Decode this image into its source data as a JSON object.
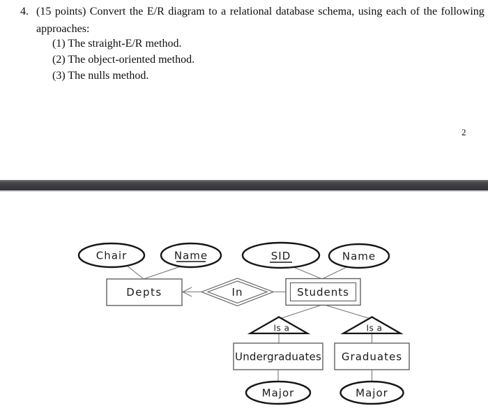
{
  "question": {
    "number": "4.",
    "prompt_line1": "(15 points) Convert the E/R diagram to a relational database schema, using each of the following",
    "prompt_line2": "approaches:",
    "items": [
      "(1) The straight-E/R method.",
      "(2) The object-oriented method.",
      "(3) The nulls method."
    ]
  },
  "page_number": "2",
  "diagram": {
    "entities": [
      {
        "label": "Depts",
        "double_border": false
      },
      {
        "label": "Students",
        "double_border": true
      },
      {
        "label": "Undergraduates",
        "double_border": false
      },
      {
        "label": "Graduates",
        "double_border": false
      }
    ],
    "attributes": [
      {
        "label": "Chair",
        "owner": "Depts",
        "underlined": false
      },
      {
        "label": "Name",
        "owner": "Depts",
        "underlined": true
      },
      {
        "label": "SID",
        "owner": "Students",
        "underlined": true
      },
      {
        "label": "Name",
        "owner": "Students",
        "underlined": false
      },
      {
        "label": "Major",
        "owner": "Undergraduates",
        "underlined": false
      },
      {
        "label": "Major",
        "owner": "Graduates",
        "underlined": false
      }
    ],
    "relationships": [
      {
        "label": "In",
        "connects": [
          "Depts",
          "Students"
        ],
        "arrow_to": "Depts",
        "double_outline": true
      }
    ],
    "isa_triangles": [
      {
        "label": "Is a",
        "parent": "Students",
        "child": "Undergraduates"
      },
      {
        "label": "Is a",
        "parent": "Students",
        "child": "Graduates"
      }
    ],
    "colors": {
      "attribute_stroke": "#151515",
      "entity_stroke": "#606060",
      "connector": "#787878",
      "text": "#1a1a1a"
    }
  },
  "separator_bar_color": "#3c3c41"
}
